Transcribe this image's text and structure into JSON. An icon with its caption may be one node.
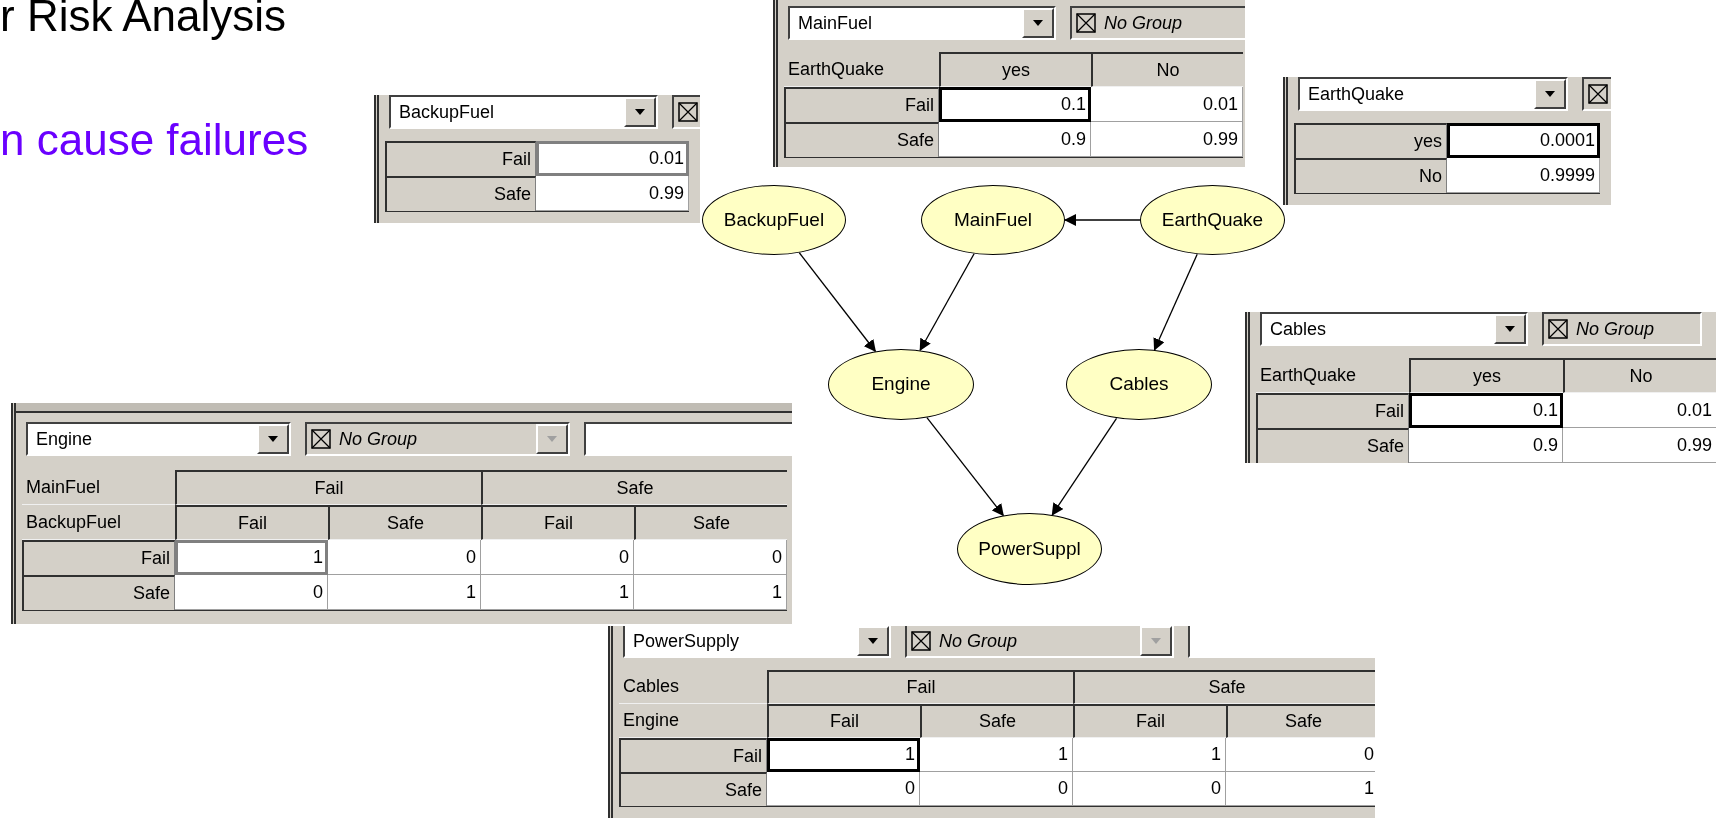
{
  "diagram": {
    "title": "r Risk Analysis",
    "nodes": [
      {
        "text": [
          "MainFuel",
          "No Group",
          "EarthQuake",
          "yes",
          "No",
          "Fail",
          "0.1",
          "0.01",
          "Safe",
          "0.9",
          "0.99"
        ]
      },
      {
        "text": [
          "EarthQuake",
          "yes",
          "0.0001",
          "No",
          "0.9999"
        ]
      },
      {
        "text": [
          "BackupFuel",
          "Fail",
          "0.01",
          "Safe",
          "0.99"
        ]
      },
      {
        "text": [
          "BackupFuel"
        ]
      },
      {
        "text": [
          "MainFuel"
        ]
      },
      {
        "text": [
          "EarthQuake"
        ]
      },
      {
        "text": [
          "Cables",
          "No Group",
          "EarthQuake",
          "yes",
          "No",
          "Fail",
          "0.1",
          "0.01",
          "Safe",
          "0.9",
          "0.99"
        ]
      },
      {
        "text": [
          "Engine"
        ]
      },
      {
        "text": [
          "Cables"
        ]
      },
      {
        "text": [
          "Engine",
          "No Group",
          "MainFuel",
          "Fail",
          "Safe",
          "BackupFuel",
          "Fail",
          "Safe",
          "Fail",
          "Safe",
          "Fail",
          "1",
          "0",
          "0",
          "0",
          "Safe",
          "0",
          "1",
          "1",
          "1"
        ]
      },
      {
        "text": [
          "PowerSuppl"
        ]
      },
      {
        "text": [
          "PowerSupply",
          "No Group",
          "Cables",
          "Fail",
          "Safe",
          "Engine",
          "Fail",
          "Safe",
          "Fail",
          "Safe",
          "Fail",
          "1",
          "1",
          "1",
          "0",
          "Safe",
          "0",
          "0",
          "0",
          "1"
        ]
      }
    ],
    "edges": [
      {
        "from": 5,
        "to": 4,
        "arrow": "to"
      },
      {
        "from": 3,
        "to": 7,
        "arrow": "to"
      },
      {
        "from": 4,
        "to": 7,
        "arrow": "to"
      },
      {
        "from": 5,
        "to": 8,
        "arrow": "to"
      },
      {
        "from": 7,
        "to": 10,
        "arrow": "to"
      },
      {
        "from": 8,
        "to": 10,
        "arrow": "to"
      }
    ],
    "labels": [
      "n cause failures"
    ]
  }
}
